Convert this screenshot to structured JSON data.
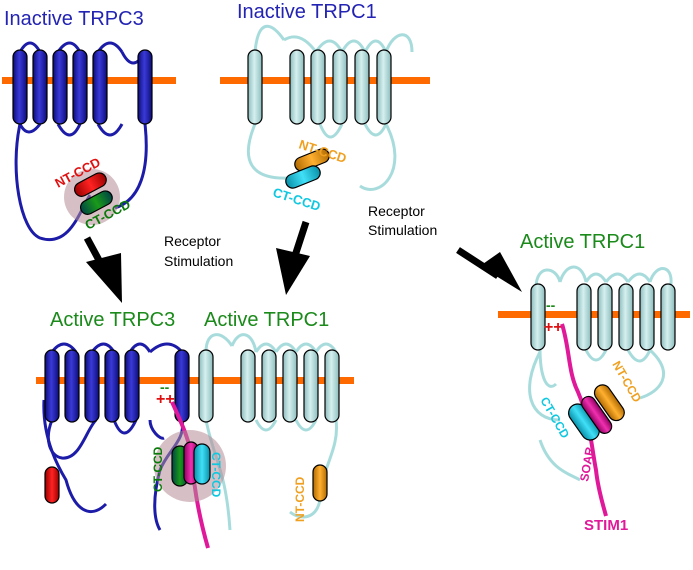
{
  "titles": {
    "inactive_trpc3": "Inactive TRPC3",
    "inactive_trpc1": "Inactive TRPC1",
    "active_trpc3": "Active TRPC3",
    "active_trpc1_left": "Active TRPC1",
    "active_trpc1_right": "Active TRPC1"
  },
  "arrows": {
    "receptor_line1": "Receptor",
    "receptor_line2": "Stimulation"
  },
  "domains": {
    "nt_ccd": "NT-CCD",
    "ct_ccd": "CT-CCD",
    "soar": "SOAR",
    "stim1": "STIM1"
  },
  "charges": {
    "positive": "++",
    "negative": "--"
  },
  "colors": {
    "trpc3_title": "#2323b4",
    "trpc1_title": "#2323b4",
    "active_title": "#1a8a1a",
    "membrane": "#ff6a00",
    "trpc3_helix": "#1c1ca8",
    "trpc1_helix": "#b4dcdc",
    "trpc1_line": "#a8dcdc",
    "nt_trpc3": "#e01010",
    "ct_trpc3": "#0a7a0a",
    "nt_trpc1": "#f0a020",
    "ct_trpc1": "#10c8e0",
    "stim1": "#e0189a",
    "halo": "#b48c96"
  }
}
